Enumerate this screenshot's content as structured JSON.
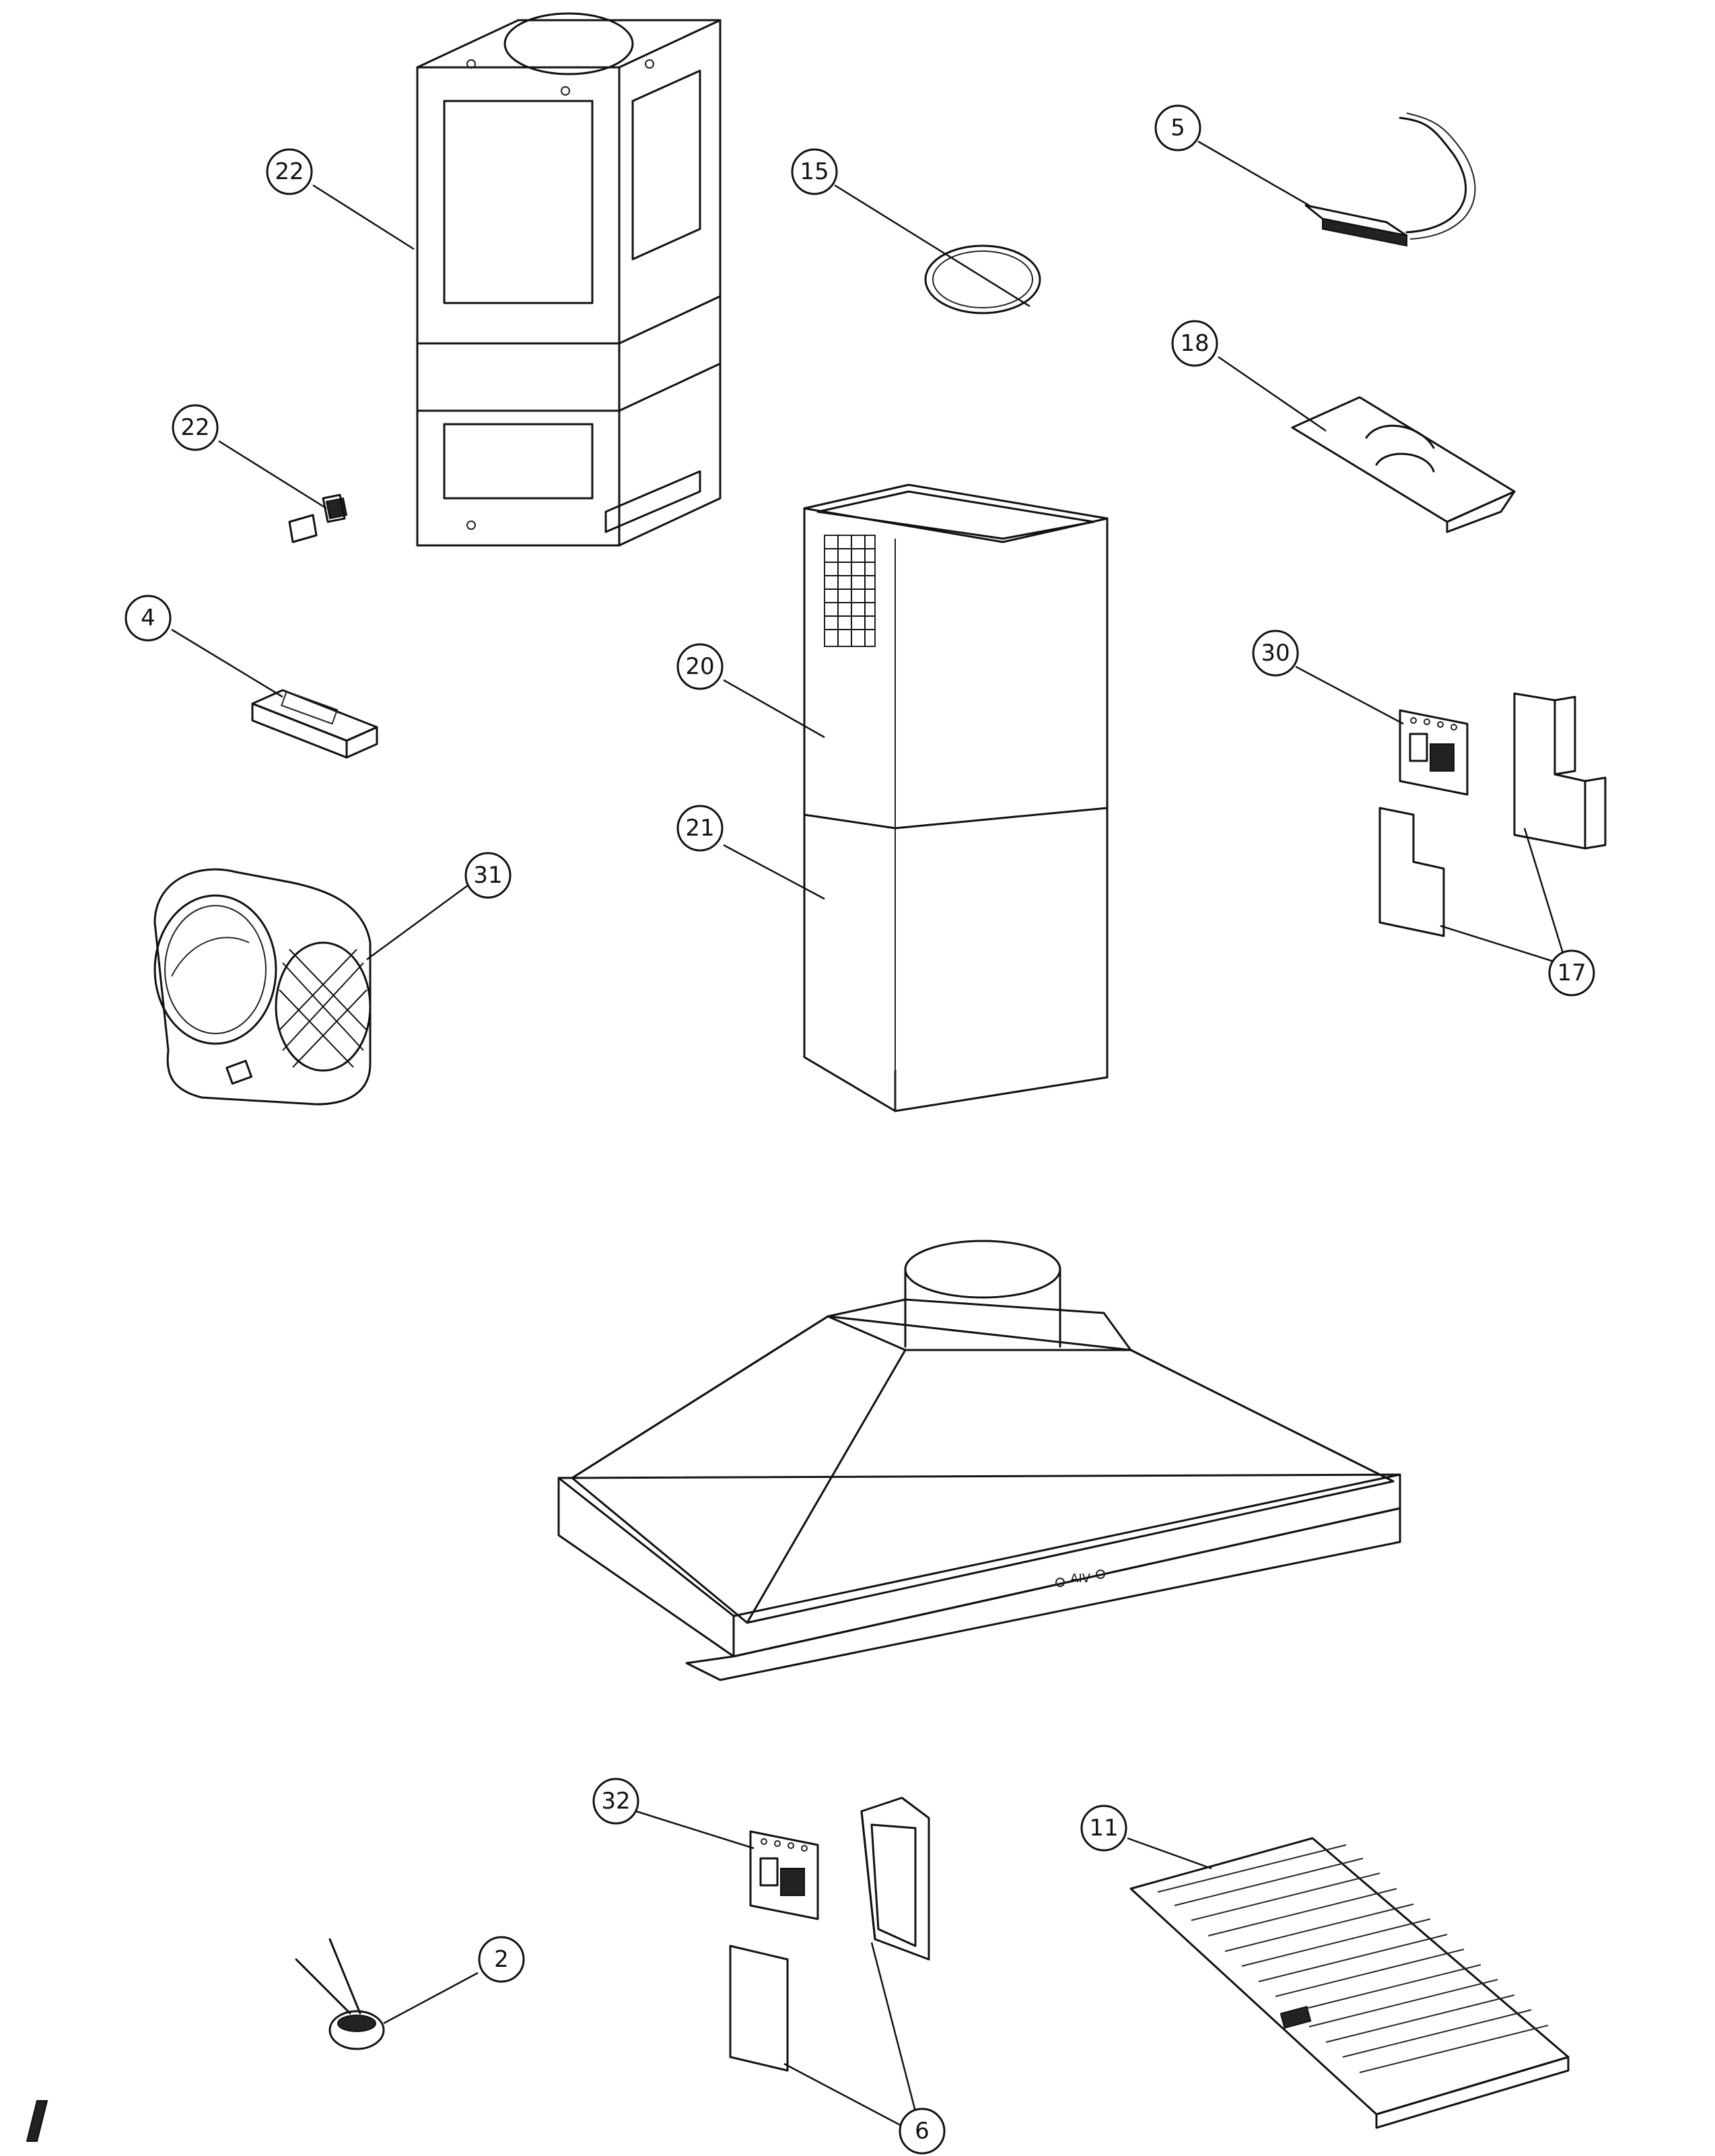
{
  "callouts": {
    "c22a": "22",
    "c15": "15",
    "c5": "5",
    "c18": "18",
    "c22b": "22",
    "c4": "4",
    "c20": "20",
    "c30": "30",
    "c21": "21",
    "c17": "17",
    "c31": "31",
    "c32": "32",
    "c11": "11",
    "c2": "2",
    "c6": "6"
  },
  "parts_text": {
    "switch_label": "AIV"
  }
}
